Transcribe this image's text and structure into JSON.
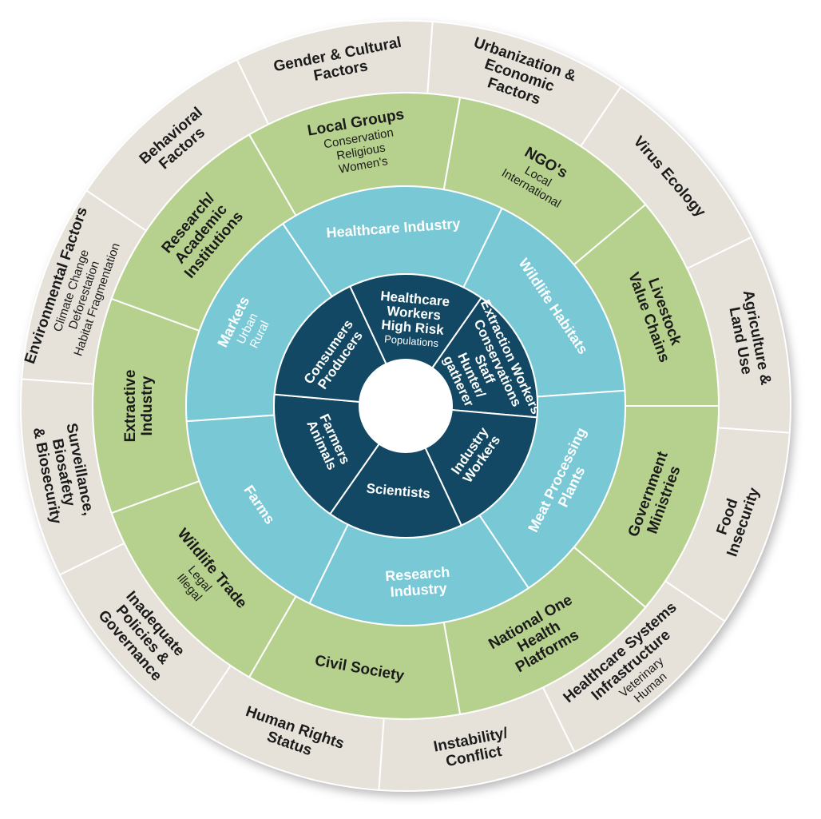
{
  "colors": {
    "outer": "#e6e2da",
    "green": "#b6d18d",
    "light_blue": "#78c8d6",
    "dark_blue": "#124863",
    "dark_text": "#1b1b1b",
    "light_text": "#ffffff",
    "divider": "#ffffff"
  },
  "rings": [
    {
      "id": "outer",
      "segments": [
        {
          "lines": [
            "Gender & Cultural",
            "Factors"
          ],
          "subs": []
        },
        {
          "lines": [
            "Urbanization &",
            "Economic",
            "Factors"
          ],
          "subs": []
        },
        {
          "lines": [
            "Virus Ecology"
          ],
          "subs": []
        },
        {
          "lines": [
            "Agriculture &",
            "Land Use"
          ],
          "subs": []
        },
        {
          "lines": [
            "Food",
            "Insecurity"
          ],
          "subs": []
        },
        {
          "lines": [
            "Healthcare Systems",
            "Infrastructure"
          ],
          "subs": [
            "Veterinary",
            "Human"
          ]
        },
        {
          "lines": [
            "Instability/",
            "Conflict"
          ],
          "subs": []
        },
        {
          "lines": [
            "Human Rights",
            "Status"
          ],
          "subs": []
        },
        {
          "lines": [
            "Inadequate",
            "Policies &",
            "Governance"
          ],
          "subs": []
        },
        {
          "lines": [
            "Surveillance,",
            "Biosafety",
            "& Biosecurity"
          ],
          "subs": []
        },
        {
          "lines": [
            "Environmental Factors"
          ],
          "subs": [
            "Climate Change",
            "Deforestation",
            "Habitat Fragmentation"
          ]
        },
        {
          "lines": [
            "Behavioral",
            "Factors"
          ],
          "subs": []
        }
      ]
    },
    {
      "id": "green",
      "segments": [
        {
          "lines": [
            "Local Groups"
          ],
          "subs": [
            "Conservation",
            "Religious",
            "Women's"
          ]
        },
        {
          "lines": [
            "NGO's"
          ],
          "subs": [
            "Local",
            "International"
          ]
        },
        {
          "lines": [
            "Livestock",
            "Value Chains"
          ],
          "subs": []
        },
        {
          "lines": [
            "Government",
            "Ministries"
          ],
          "subs": []
        },
        {
          "lines": [
            "National One",
            "Health",
            "Platforms"
          ],
          "subs": []
        },
        {
          "lines": [
            "Civil Society"
          ],
          "subs": []
        },
        {
          "lines": [
            "Wildlife Trade"
          ],
          "subs": [
            "Legal",
            "Illegal"
          ]
        },
        {
          "lines": [
            "Extractive",
            "Industry"
          ],
          "subs": []
        },
        {
          "lines": [
            "Research/",
            "Academic",
            "Institutions"
          ],
          "subs": []
        }
      ]
    },
    {
      "id": "light_blue",
      "segments": [
        {
          "lines": [
            "Healthcare Industry"
          ],
          "subs": []
        },
        {
          "lines": [
            "Wildlife Habitats"
          ],
          "subs": []
        },
        {
          "lines": [
            "Meat Processing",
            "Plants"
          ],
          "subs": []
        },
        {
          "lines": [
            "Research",
            "Industry"
          ],
          "subs": []
        },
        {
          "lines": [
            "Farms"
          ],
          "subs": []
        },
        {
          "lines": [
            "Markets"
          ],
          "subs": [
            "Urban",
            "Rural"
          ]
        }
      ]
    },
    {
      "id": "dark_blue",
      "segments": [
        {
          "lines": [
            "Healthcare",
            "Workers",
            "High Risk"
          ],
          "subs": [
            "Populations"
          ]
        },
        {
          "lines": [
            "Extraction Workers",
            "Conservations",
            "Staff",
            "Hunter/",
            "gatherer"
          ],
          "subs": []
        },
        {
          "lines": [
            "Industry",
            "Workers"
          ],
          "subs": []
        },
        {
          "lines": [
            "Scientists"
          ],
          "subs": []
        },
        {
          "lines": [
            "Farmers",
            "Animals"
          ],
          "subs": []
        },
        {
          "lines": [
            "Consumers",
            "Producers"
          ],
          "subs": []
        }
      ]
    }
  ]
}
